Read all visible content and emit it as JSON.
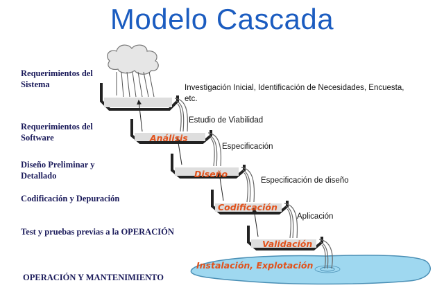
{
  "title": "Modelo Cascada",
  "phases": [
    {
      "line1": "Requerimientos del",
      "line2": "Sistema"
    },
    {
      "line1": "Requerimientos del",
      "line2": "Software"
    },
    {
      "line1": "Diseño Preliminar y",
      "line2": "Detallado"
    },
    {
      "line1": "Codificación y Depuración",
      "line2": ""
    },
    {
      "line1": "Test y pruebas previas a la OPERACIÓN",
      "line2": ""
    },
    {
      "line1": "OPERACIÓN Y MANTENIMIENTO",
      "line2": ""
    }
  ],
  "stages": [
    "Análisis",
    "Diseño",
    "Codificación",
    "Validación",
    "Instalación, Explotación"
  ],
  "notes": {
    "investigacion_1": "Investigación Inicial, Identificación de Necesidades, Encuesta,",
    "investigacion_2": "etc.",
    "estudio": "Estudio de Viabilidad",
    "especificacion": "Especificación",
    "especificacion_diseno": "Especificación de diseño",
    "aplicacion": "Aplicación"
  },
  "colors": {
    "title": "#1b5cc0",
    "stage": "#e1521c",
    "pool": "#9fd8f0",
    "phase_text": "#1a1a5a"
  }
}
